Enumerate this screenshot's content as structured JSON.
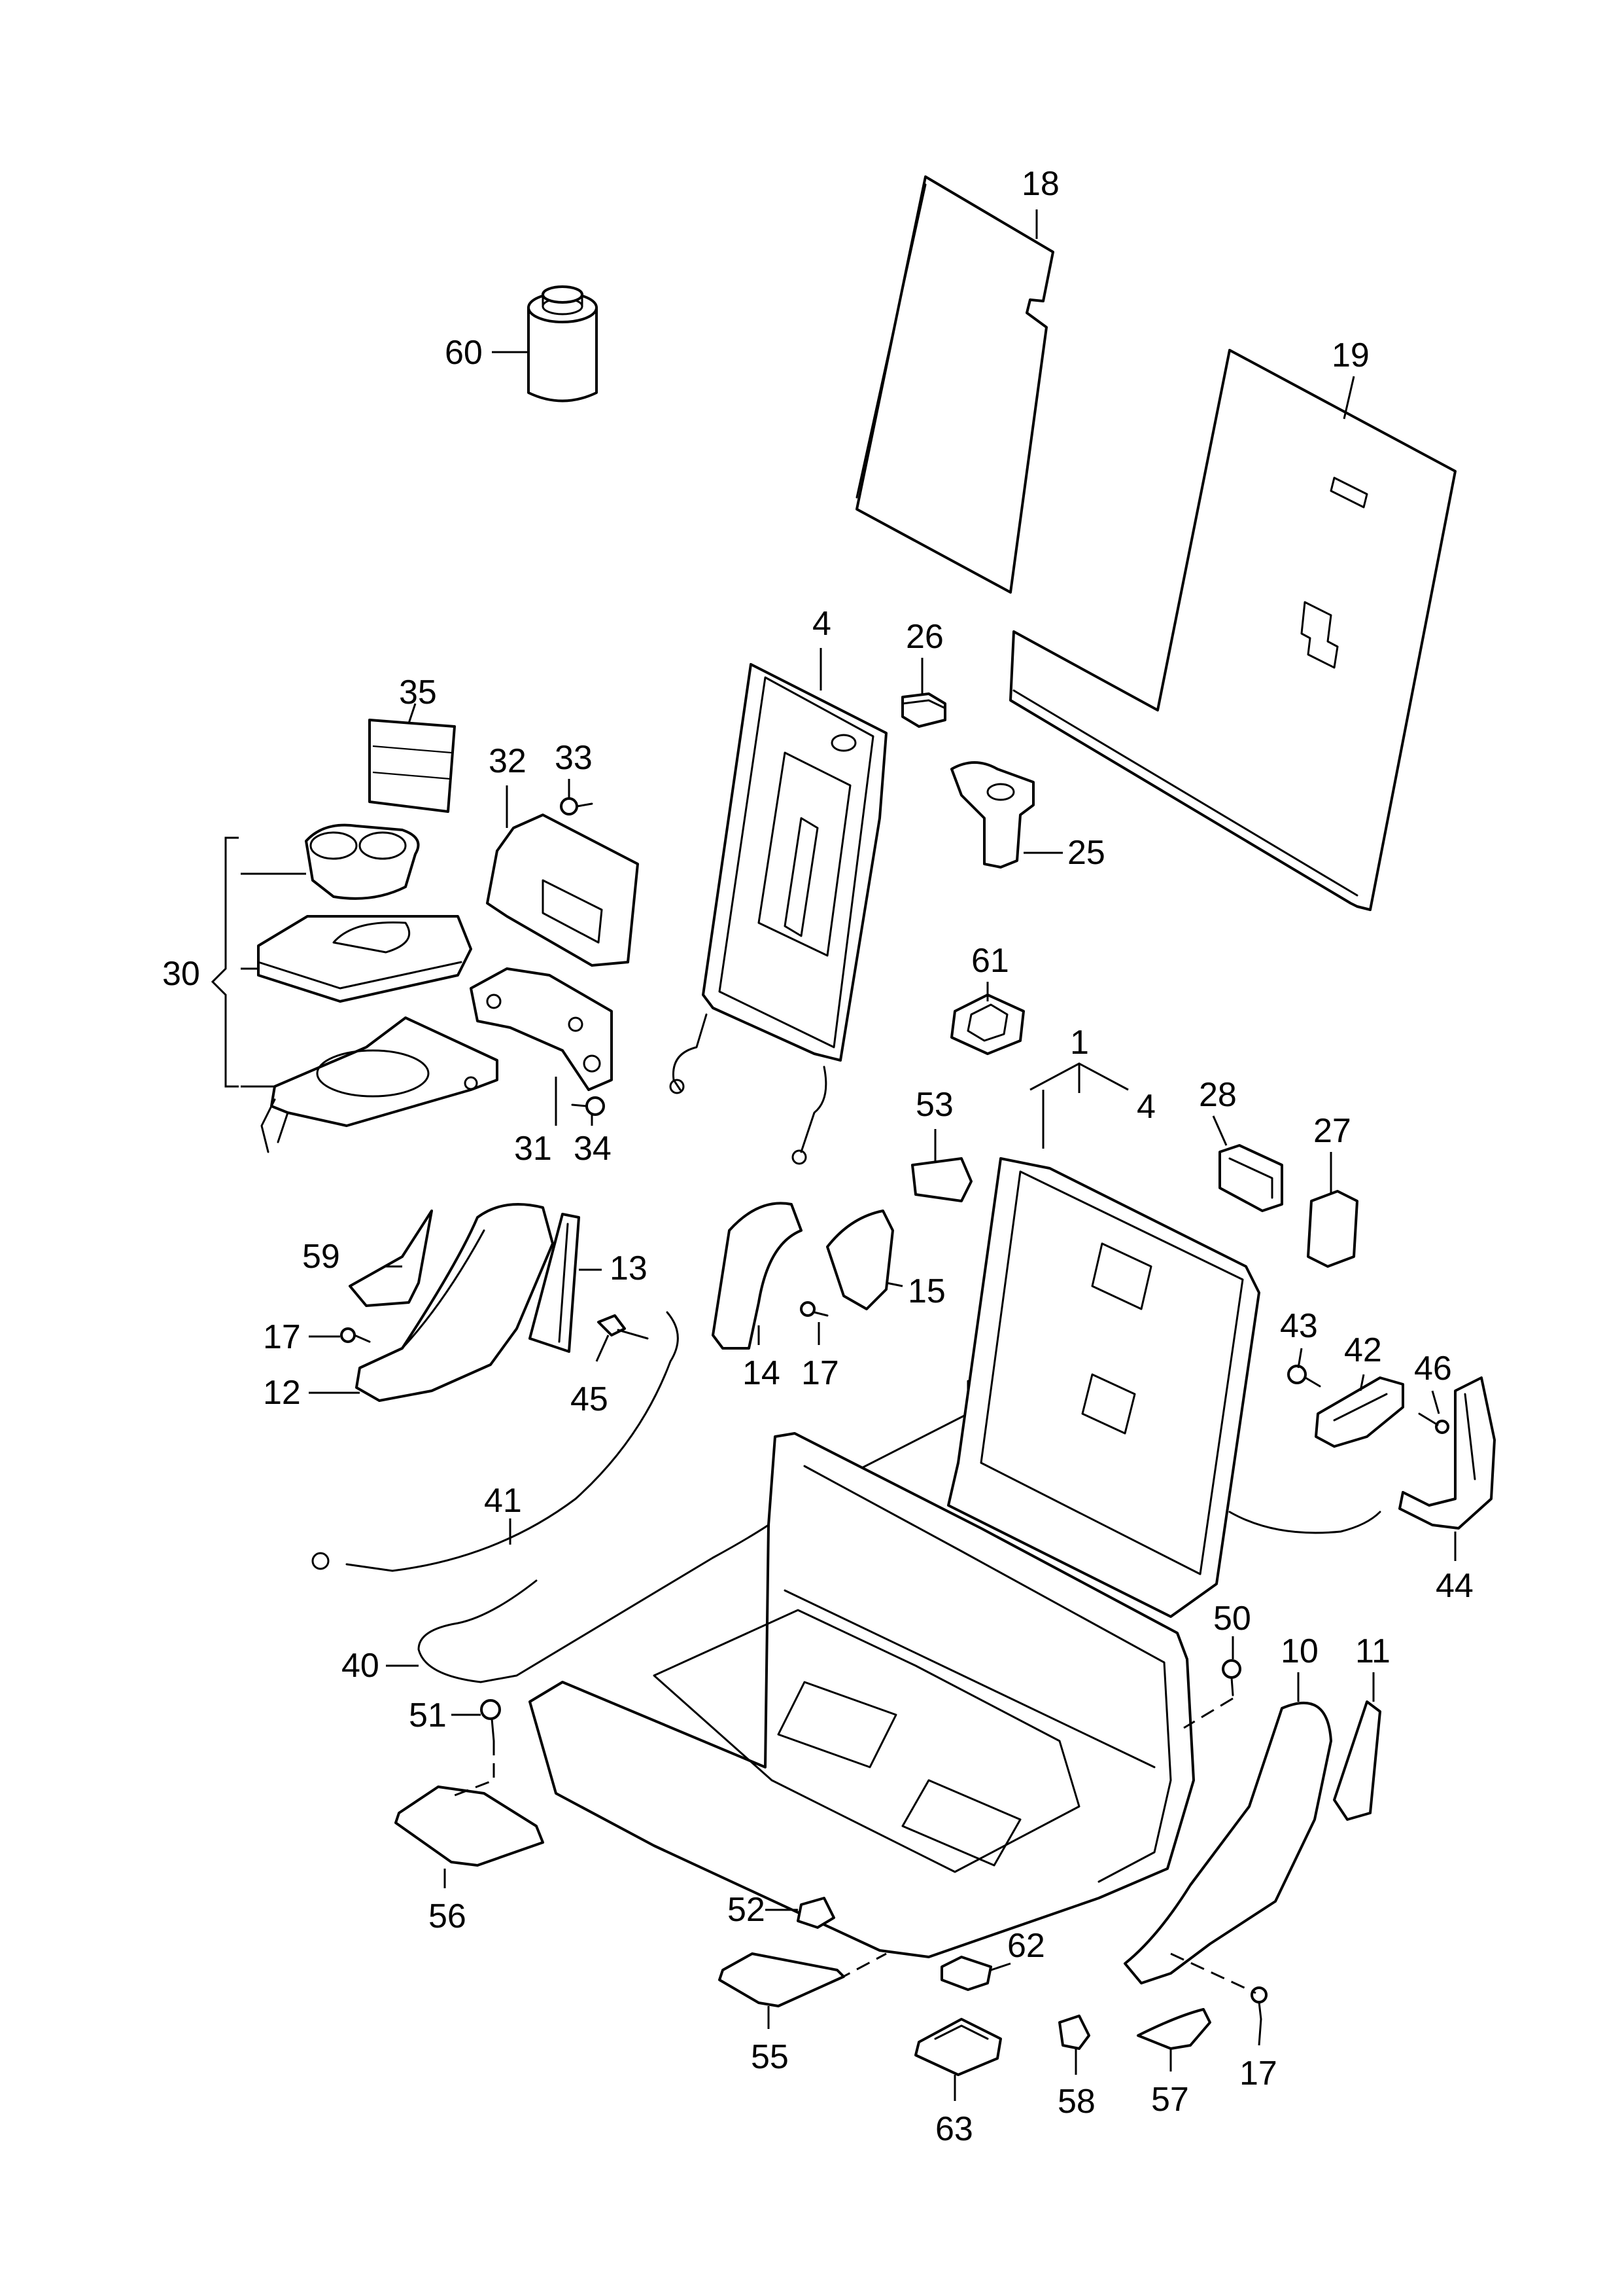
{
  "diagram": {
    "callouts": [
      {
        "id": "c1",
        "text": "1"
      },
      {
        "id": "c4a",
        "text": "4"
      },
      {
        "id": "c4b",
        "text": "4"
      },
      {
        "id": "c10",
        "text": "10"
      },
      {
        "id": "c11",
        "text": "11"
      },
      {
        "id": "c12",
        "text": "12"
      },
      {
        "id": "c13",
        "text": "13"
      },
      {
        "id": "c14",
        "text": "14"
      },
      {
        "id": "c15",
        "text": "15"
      },
      {
        "id": "c17a",
        "text": "17"
      },
      {
        "id": "c17b",
        "text": "17"
      },
      {
        "id": "c17c",
        "text": "17"
      },
      {
        "id": "c18",
        "text": "18"
      },
      {
        "id": "c19",
        "text": "19"
      },
      {
        "id": "c25",
        "text": "25"
      },
      {
        "id": "c26",
        "text": "26"
      },
      {
        "id": "c27",
        "text": "27"
      },
      {
        "id": "c28",
        "text": "28"
      },
      {
        "id": "c30",
        "text": "30"
      },
      {
        "id": "c31",
        "text": "31"
      },
      {
        "id": "c32",
        "text": "32"
      },
      {
        "id": "c33",
        "text": "33"
      },
      {
        "id": "c34",
        "text": "34"
      },
      {
        "id": "c35",
        "text": "35"
      },
      {
        "id": "c40",
        "text": "40"
      },
      {
        "id": "c41",
        "text": "41"
      },
      {
        "id": "c42",
        "text": "42"
      },
      {
        "id": "c43",
        "text": "43"
      },
      {
        "id": "c44",
        "text": "44"
      },
      {
        "id": "c45",
        "text": "45"
      },
      {
        "id": "c46",
        "text": "46"
      },
      {
        "id": "c50",
        "text": "50"
      },
      {
        "id": "c51",
        "text": "51"
      },
      {
        "id": "c52",
        "text": "52"
      },
      {
        "id": "c53",
        "text": "53"
      },
      {
        "id": "c55",
        "text": "55"
      },
      {
        "id": "c56",
        "text": "56"
      },
      {
        "id": "c57",
        "text": "57"
      },
      {
        "id": "c58",
        "text": "58"
      },
      {
        "id": "c59",
        "text": "59"
      },
      {
        "id": "c60",
        "text": "60"
      },
      {
        "id": "c61",
        "text": "61"
      },
      {
        "id": "c62",
        "text": "62"
      },
      {
        "id": "c63",
        "text": "63"
      }
    ]
  }
}
